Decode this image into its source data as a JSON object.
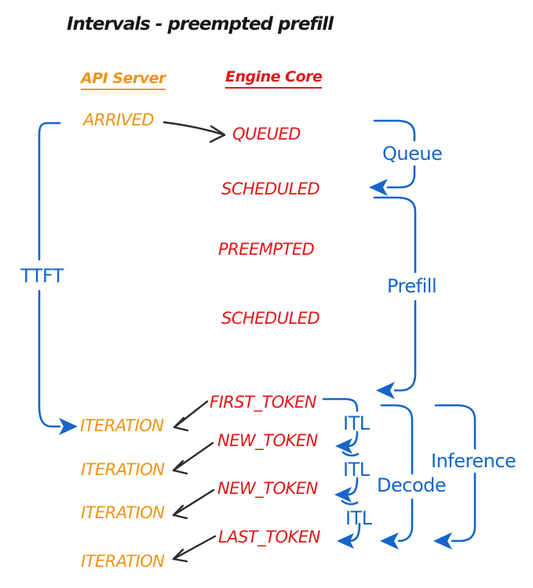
{
  "title": "Intervals - preempted prefill",
  "columns": {
    "api_server": "API Server",
    "engine_core": "Engine Core"
  },
  "api_events": {
    "arrived": "ARRIVED",
    "iteration_1": "ITERATION",
    "iteration_2": "ITERATION",
    "iteration_3": "ITERATION",
    "iteration_4": "ITERATION"
  },
  "engine_events": {
    "queued": "QUEUED",
    "scheduled_1": "SCHEDULED",
    "preempted": "PREEMPTED",
    "scheduled_2": "SCHEDULED",
    "first_token": "FIRST_TOKEN",
    "new_token_1": "NEW_TOKEN",
    "new_token_2": "NEW_TOKEN",
    "last_token": "LAST_TOKEN"
  },
  "intervals": {
    "ttft": "TTFT",
    "queue": "Queue",
    "prefill": "Prefill",
    "itl_1": "ITL",
    "itl_2": "ITL",
    "itl_3": "ITL",
    "decode": "Decode",
    "inference": "Inference"
  },
  "colors": {
    "api_server_orange": "#ee9418",
    "engine_core_red": "#e01717",
    "interval_blue": "#1565c8",
    "arrow_black": "#2b2b2b"
  }
}
